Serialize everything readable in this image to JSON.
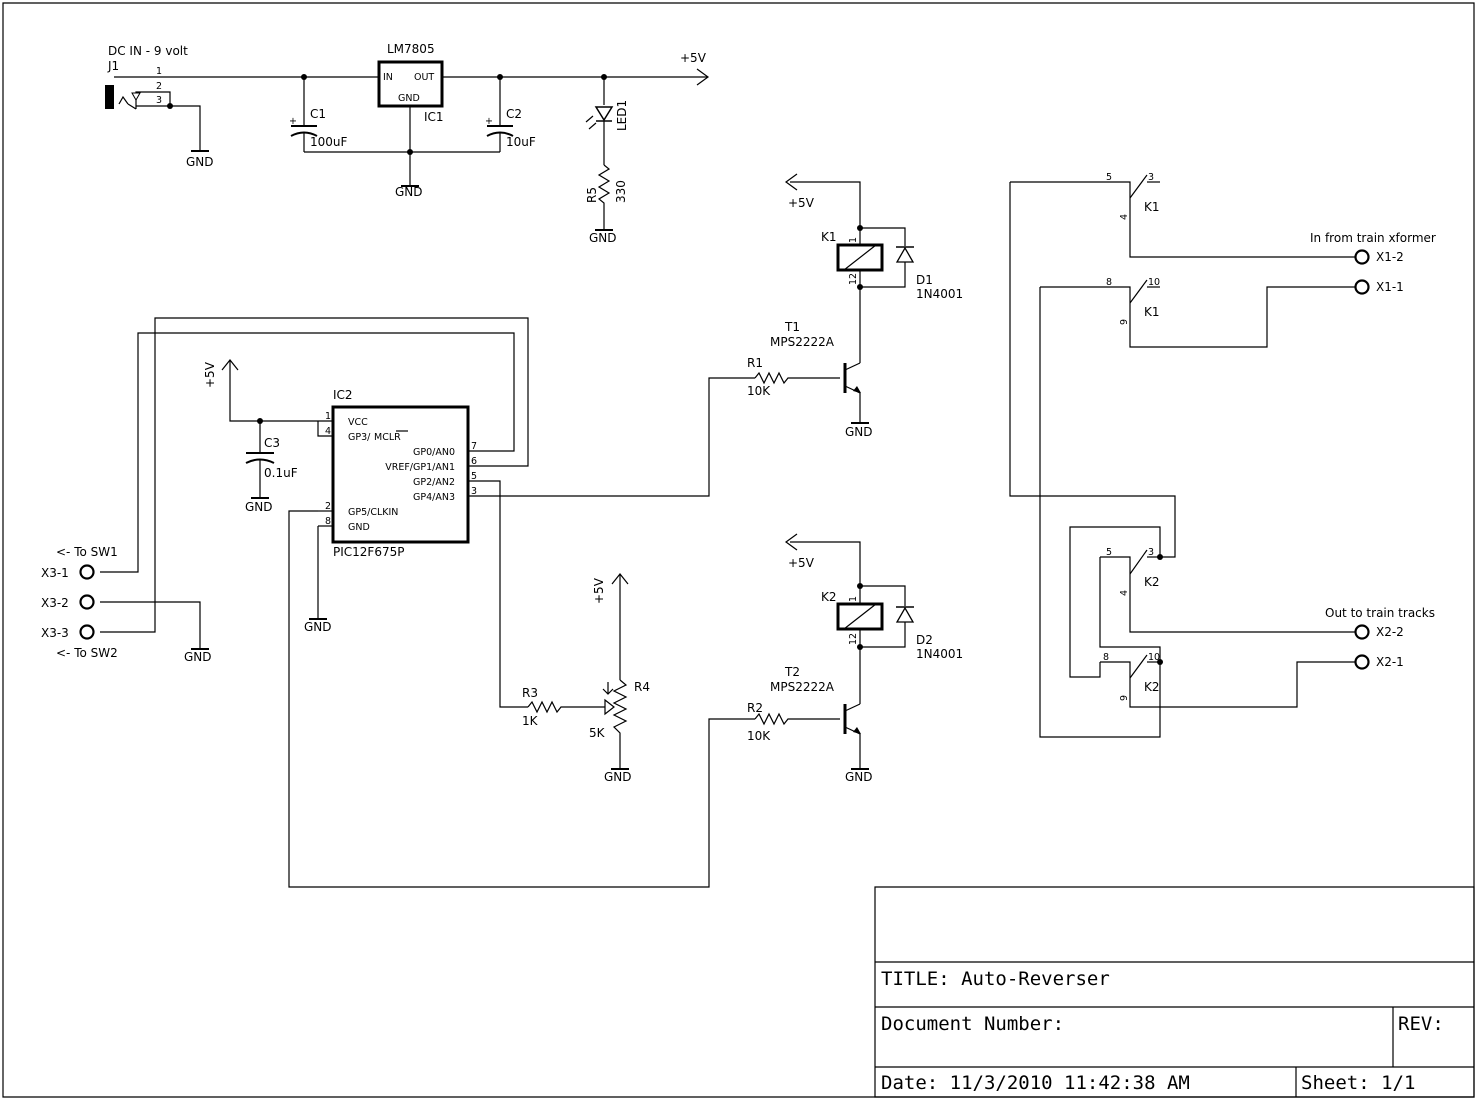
{
  "labels": {
    "dc_in": "DC IN - 9 volt",
    "j1": "J1",
    "j1_p1": "1",
    "j1_p2": "2",
    "j1_p3": "3",
    "lm7805": "LM7805",
    "ic1_in": "IN",
    "ic1_out": "OUT",
    "ic1_gnd": "GND",
    "ic1": "IC1",
    "c1": "C1",
    "c1_val": "100uF",
    "c2": "C2",
    "c2_val": "10uF",
    "c3": "C3",
    "c3_val": "0.1uF",
    "plus5v": "+5V",
    "gnd": "GND",
    "led1": "LED1",
    "r5": "R5",
    "r5_val": "330",
    "ic2": "IC2",
    "ic2_part": "PIC12F675P",
    "ic2_vcc": "VCC",
    "ic2_gp3": "GP3/",
    "ic2_mclr": "MCLR",
    "ic2_gp0": "GP0/AN0",
    "ic2_gp1": "VREF/GP1/AN1",
    "ic2_gp2": "GP2/AN2",
    "ic2_gp4": "GP4/AN3",
    "ic2_gp5": "GP5/CLKIN",
    "ic2_gnd": "GND",
    "ic2_pin1": "1",
    "ic2_pin4": "4",
    "ic2_pin2": "2",
    "ic2_pin8": "8",
    "ic2_pin7": "7",
    "ic2_pin6": "6",
    "ic2_pin5": "5",
    "ic2_pin3": "3",
    "to_sw1": "<- To SW1",
    "to_sw2": "<- To SW2",
    "x3_1": "X3-1",
    "x3_2": "X3-2",
    "x3_3": "X3-3",
    "r1": "R1",
    "r1_val": "10K",
    "r2": "R2",
    "r2_val": "10K",
    "r3": "R3",
    "r3_val": "1K",
    "r4": "R4",
    "r4_val": "5K",
    "t1": "T1",
    "t1_part": "MPS2222A",
    "t2": "T2",
    "t2_part": "MPS2222A",
    "k1": "K1",
    "k2": "K2",
    "coil_p1": "1",
    "coil_p12": "12",
    "d1": "D1",
    "d1_part": "1N4001",
    "d2": "D2",
    "d2_part": "1N4001",
    "sw_p3": "3",
    "sw_p4": "4",
    "sw_p5": "5",
    "sw_p8": "8",
    "sw_p9": "9",
    "sw_p10": "10",
    "in_from": "In from train xformer",
    "out_to": "Out to train tracks",
    "x1_2": "X1-2",
    "x1_1": "X1-1",
    "x2_2": "X2-2",
    "x2_1": "X2-1"
  },
  "title_block": {
    "title": "TITLE:  Auto-Reverser",
    "doc_number": "Document Number:",
    "rev": "REV:",
    "date": "Date: 11/3/2010 11:42:38 AM",
    "sheet": "Sheet: 1/1"
  }
}
